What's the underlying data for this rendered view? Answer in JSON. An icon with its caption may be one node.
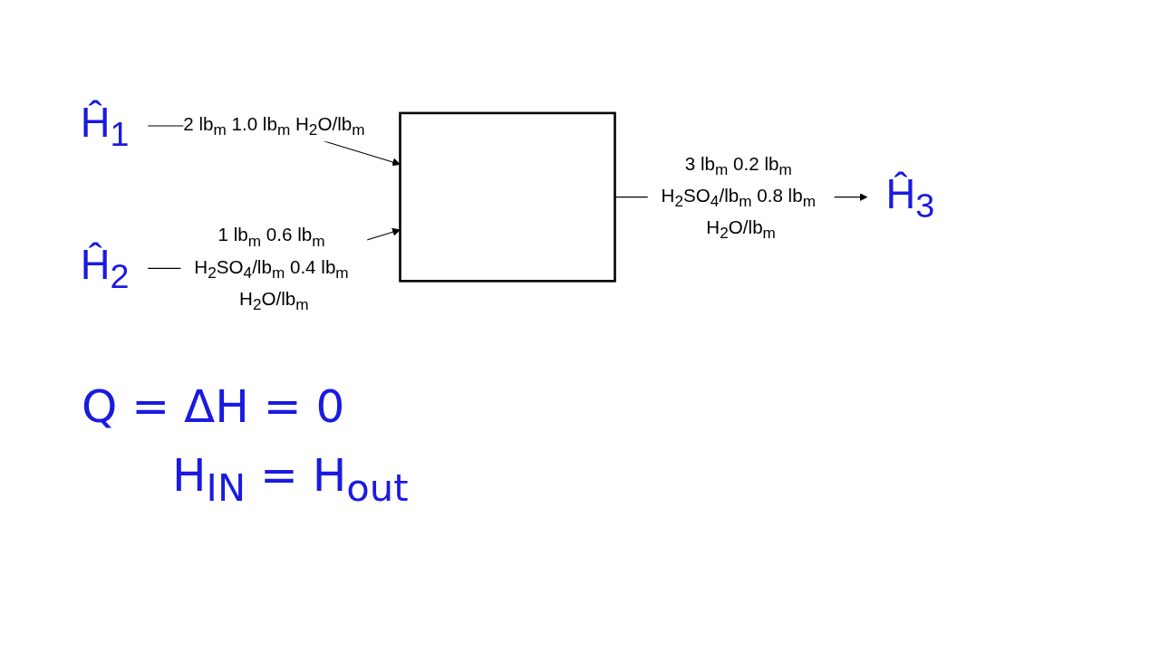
{
  "diagram": {
    "nodes": [
      {
        "text": [
          "Ĥ$_{1}$"
        ]
      },
      {
        "text": [
          "Ĥ$_{2}$"
        ]
      },
      {
        "text": [],
        "shape": "box"
      },
      {
        "text": [
          "Ĥ$_{3}$"
        ]
      }
    ],
    "edges": [
      {
        "from": 0,
        "to": 2,
        "arrow": "to",
        "label": "2 lb$_{m}$ 1.0 lb$_{m}$ H$_{2}$O/lb$_{m}$"
      },
      {
        "from": 1,
        "to": 2,
        "arrow": "to",
        "label": "1 lb$_{m}$ 0.6 lb$_{m}$ H$_{2}$SO$_{4}$/lb$_{m}$ 0.4 lb$_{m}$ H$_{2}$O/lb$_{m}$"
      },
      {
        "from": 2,
        "to": 3,
        "arrow": "to",
        "label": "3 lb$_{m}$ 0.2 lb$_{m}$ H$_{2}$SO$_{4}$/lb$_{m}$ 0.8 lb$_{m}$ H$_{2}$O/lb$_{m}$"
      }
    ],
    "labels": [
      "Q = ΔH = 0",
      "H$_{IN}$ = H$_{out}$"
    ]
  }
}
